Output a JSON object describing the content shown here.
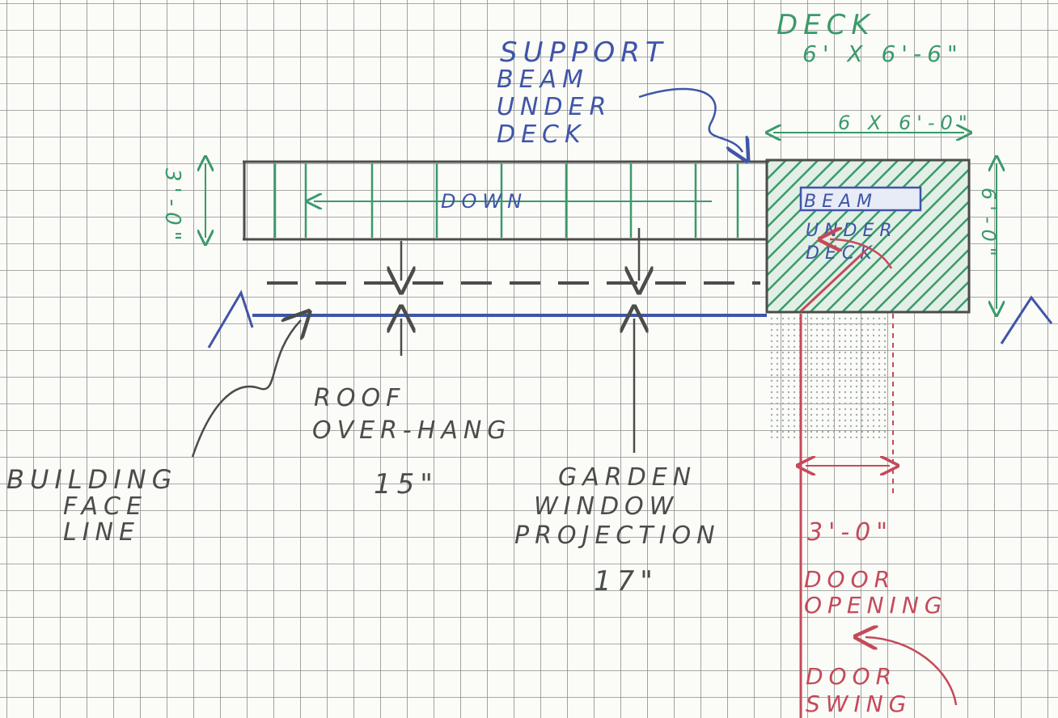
{
  "colors": {
    "paper": "#fbfbf8",
    "grid": "#8a8f8a",
    "pencil": "#4a4d4a",
    "blue": "#3f55a8",
    "green": "#3a9a6a",
    "red": "#c44a5a"
  },
  "labels": {
    "deck_title": "DECK",
    "deck_size": "6' X 6'-6\"",
    "support_1": "SUPPORT",
    "support_2": "BEAM",
    "support_3": "UNDER",
    "support_4": "DECK",
    "deck_width_dim": "6 X 6'-0\"",
    "deck_depth_dim": "6'-0\"",
    "walk_depth_dim": "3'-0\"",
    "walk_direction": "DOWN",
    "beam_1": "BEAM",
    "beam_2": "UNDER",
    "beam_3": "DECK",
    "roof_1": "ROOF",
    "roof_2": "OVER-HANG",
    "roof_dim": "15\"",
    "building_1": "BUILDING",
    "building_2": "FACE",
    "building_3": "LINE",
    "garden_1": "GARDEN",
    "garden_2": "WINDOW",
    "garden_3": "PROJECTION",
    "garden_dim": "17\"",
    "door_width_dim": "3'-0\"",
    "door_opening_1": "DOOR",
    "door_opening_2": "OPENING",
    "door_swing_1": "DOOR",
    "door_swing_2": "SWING"
  }
}
